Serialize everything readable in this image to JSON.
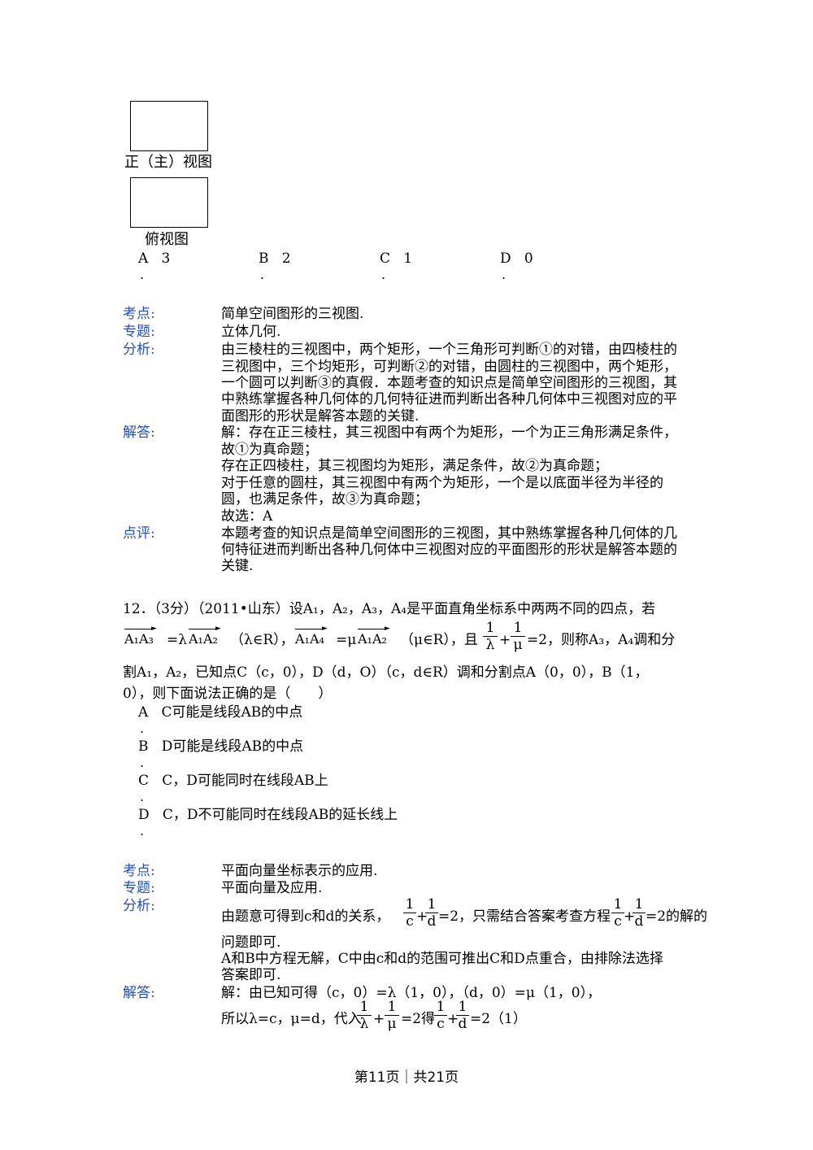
{
  "figures": {
    "front_caption": "正（主）视图",
    "top_caption": "俯视图"
  },
  "q11": {
    "options": [
      {
        "letter": "A",
        "value": "3"
      },
      {
        "letter": "B",
        "value": "2"
      },
      {
        "letter": "C",
        "value": "1"
      },
      {
        "letter": "D",
        "value": "0"
      }
    ],
    "kaodian_label": "考点:",
    "kaodian": "简单空间图形的三视图.",
    "zhuanti_label": "专题:",
    "zhuanti": "立体几何.",
    "fenxi_label": "分析:",
    "fenxi_lines": [
      "由三棱柱的三视图中，两个矩形，一个三角形可判断①的对错，由四棱柱的",
      "三视图中，三个均矩形，可判断②的对错，由圆柱的三视图中，两个矩形，",
      "一个圆可以判断③的真假．本题考查的知识点是简单空间图形的三视图，其",
      "中熟练掌握各种几何体的几何特征进而判断出各种几何体中三视图对应的平",
      "面图形的形状是解答本题的关键."
    ],
    "jieda_label": "解答:",
    "jieda_lines": [
      "解：存在正三棱柱，其三视图中有两个为矩形，一个为正三角形满足条件，",
      "故①为真命题；",
      "存在正四棱柱，其三视图均为矩形，满足条件，故②为真命题；",
      "对于任意的圆柱，其三视图中有两个为矩形，一个是以底面半径为半径的",
      "圆，也满足条件，故③为真命题；",
      "故选：A"
    ],
    "dianping_label": "点评:",
    "dianping_lines": [
      "本题考查的知识点是简单空间图形的三视图，其中熟练掌握各种几何体的几",
      "何特征进而判断出各种几何体中三视图对应的平面图形的形状是解答本题的",
      "关键."
    ]
  },
  "q12": {
    "header": "12．（3分）（2011•山东）设A₁，A₂，A₃，A₄是平面直角坐标系中两两不同的四点，若",
    "vec_a1a3": "A₁A₃",
    "eq_lambda": "=λ",
    "vec_a1a2": "A₁A₂",
    "cond_r1": "（λ∈R），",
    "vec_a1a4": "A₁A₄",
    "eq_mu": "=μ",
    "vec_a1a2b": "A₁A₂",
    "cond_r2": "（μ∈R），且",
    "frac_one": "1",
    "frac_lambda": "λ",
    "plus": "+",
    "frac_mu": "μ",
    "eq_two_tail": "=2，则称A₃，A₄调和分",
    "line3": "割A₁，A₂，已知点C（c，0），D（d，O）（c，d∈R）调和分割点A（0，0），B（1，",
    "line4": "0），则下面说法正确的是（　　）",
    "options": [
      {
        "letter": "A",
        "text": "C可能是线段AB的中点"
      },
      {
        "letter": "B",
        "text": "D可能是线段AB的中点"
      },
      {
        "letter": "C",
        "text": "C，D可能同时在线段AB上"
      },
      {
        "letter": "D",
        "text": "C，D不可能同时在线段AB的延长线上"
      }
    ],
    "kaodian_label": "考点:",
    "kaodian": "平面向量坐标表示的应用.",
    "zhuanti_label": "专题:",
    "zhuanti": "平面向量及应用.",
    "fenxi_label": "分析:",
    "fenxi_a": "由题意可得到c和d的关系，",
    "fenxi_c": "c",
    "fenxi_d": "d",
    "fenxi_b": "=2，只需结合答案考查方程",
    "fenxi_e": "=2的解的",
    "fenxi_line2": "问题即可.",
    "fenxi_line3": "A和B中方程无解，C中由c和d的范围可推出C和D点重合，由排除法选择",
    "fenxi_line4": "答案即可.",
    "jieda_label": "解答:",
    "jieda_line1": "解：由已知可得（c，0）=λ（1，0），（d，0）=μ（1，0），",
    "jieda_a": "所以λ=c，μ=d，代入",
    "jieda_b": "=2得",
    "jieda_c": "=2（1）"
  },
  "footer": "第11页｜共21页"
}
